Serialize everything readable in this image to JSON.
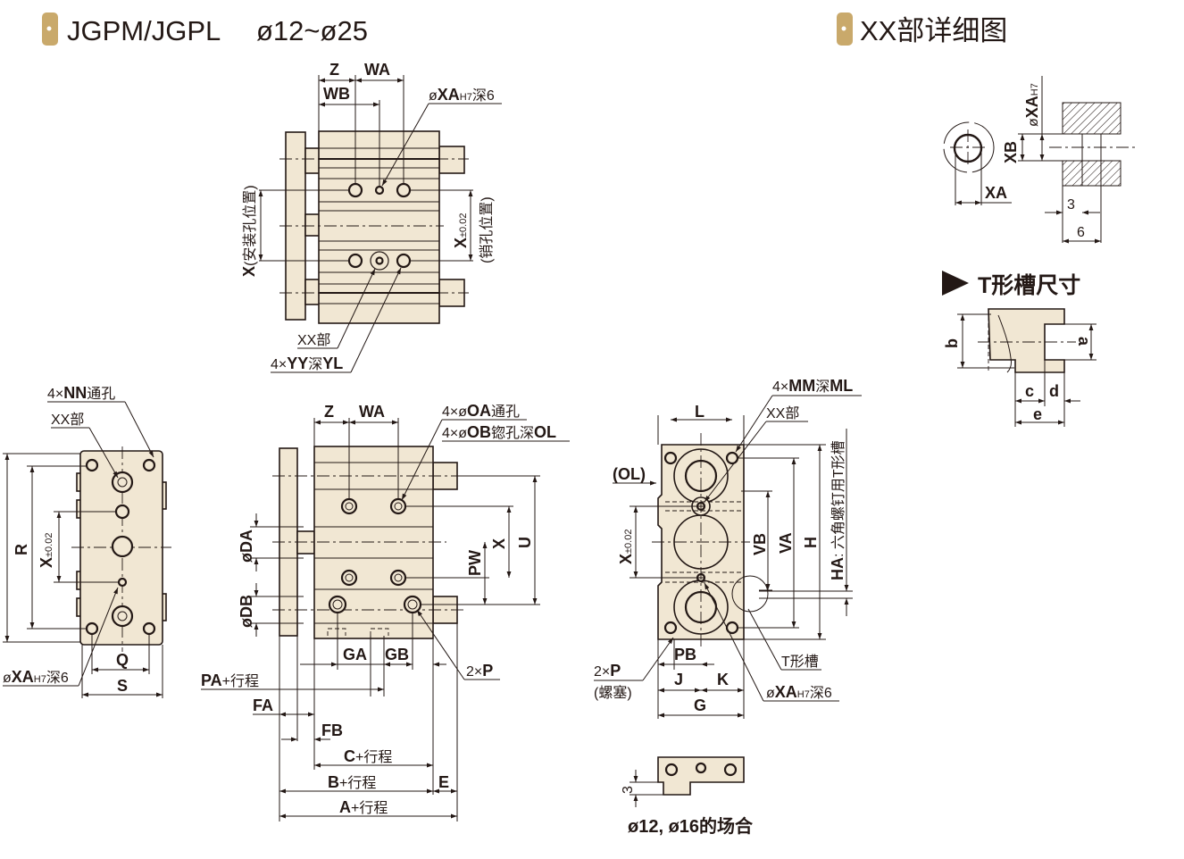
{
  "header": {
    "left_title": "JGPM/JGPL",
    "left_range": "ø12~ø25",
    "right_title": "XX部详细图",
    "accent_color": "#c9a96b"
  },
  "top_view": {
    "z": "Z",
    "wa": "WA",
    "wb": "WB",
    "xa_pre": "ø",
    "xa": "XA",
    "xa_tol": "H7",
    "xa_depth": "深6",
    "x_mount": "X",
    "x_mount_note": "(安装孔位置)",
    "x_pin": "X",
    "x_pin_tol": "±0.02",
    "x_pin_note": "(销孔位置)",
    "xx": "XX部",
    "yy_pre": "4×",
    "yy": "YY",
    "yy_mid": "深",
    "yl": "YL"
  },
  "side_view": {
    "nn_pre": "4×",
    "nn": "NN",
    "nn_note": "通孔",
    "xx": "XX部",
    "r": "R",
    "x": "X",
    "x_tol": "±0.02",
    "xa_pre": "ø",
    "xa": "XA",
    "xa_tol": "H7",
    "xa_depth": "深6",
    "q": "Q",
    "s": "S"
  },
  "front_view": {
    "z": "Z",
    "wa": "WA",
    "oa_pre": "4×ø",
    "oa": "OA",
    "oa_note": "通孔",
    "ob_pre": "4×ø",
    "ob": "OB",
    "ob_note": "锪孔深",
    "ol": "OL",
    "da": "øDA",
    "db": "øDB",
    "pw": "PW",
    "x": "X",
    "u": "U",
    "ga": "GA",
    "gb": "GB",
    "p_pre": "2×",
    "p": "P",
    "pa": "PA",
    "pa_note": "+行程",
    "fa": "FA",
    "fb": "FB",
    "c": "C",
    "c_note": "+行程",
    "b": "B",
    "b_note": "+行程",
    "e": "E",
    "a": "A",
    "a_note": "+行程"
  },
  "end_view": {
    "l": "L",
    "mm_pre": "4×",
    "mm": "MM",
    "mm_mid": "深",
    "ml": "ML",
    "xx": "XX部",
    "ol": "(OL)",
    "x": "X",
    "x_tol": "±0.02",
    "vb": "VB",
    "va": "VA",
    "h": "H",
    "ha": "HA",
    "ha_note": ": 六角螺钉用T形槽",
    "pb": "PB",
    "p_pre": "2×",
    "p": "P",
    "p_note": "(螺塞)",
    "j": "J",
    "k": "K",
    "t_slot": "T形槽",
    "xa_pre": "ø",
    "xa": "XA",
    "xa_tol": "H7",
    "xa_depth": "深6",
    "g": "G",
    "small_dim": "3",
    "small_caption": "ø12, ø16的场合"
  },
  "xx_detail": {
    "xa_pre": "ø",
    "xa": "XA",
    "xa_tol": "H7",
    "xb": "XB",
    "xa_width": "XA",
    "dim3": "3",
    "dim6": "6"
  },
  "t_slot": {
    "title": "T形槽尺寸",
    "b": "b",
    "a": "a",
    "c": "c",
    "d": "d",
    "e": "e"
  }
}
